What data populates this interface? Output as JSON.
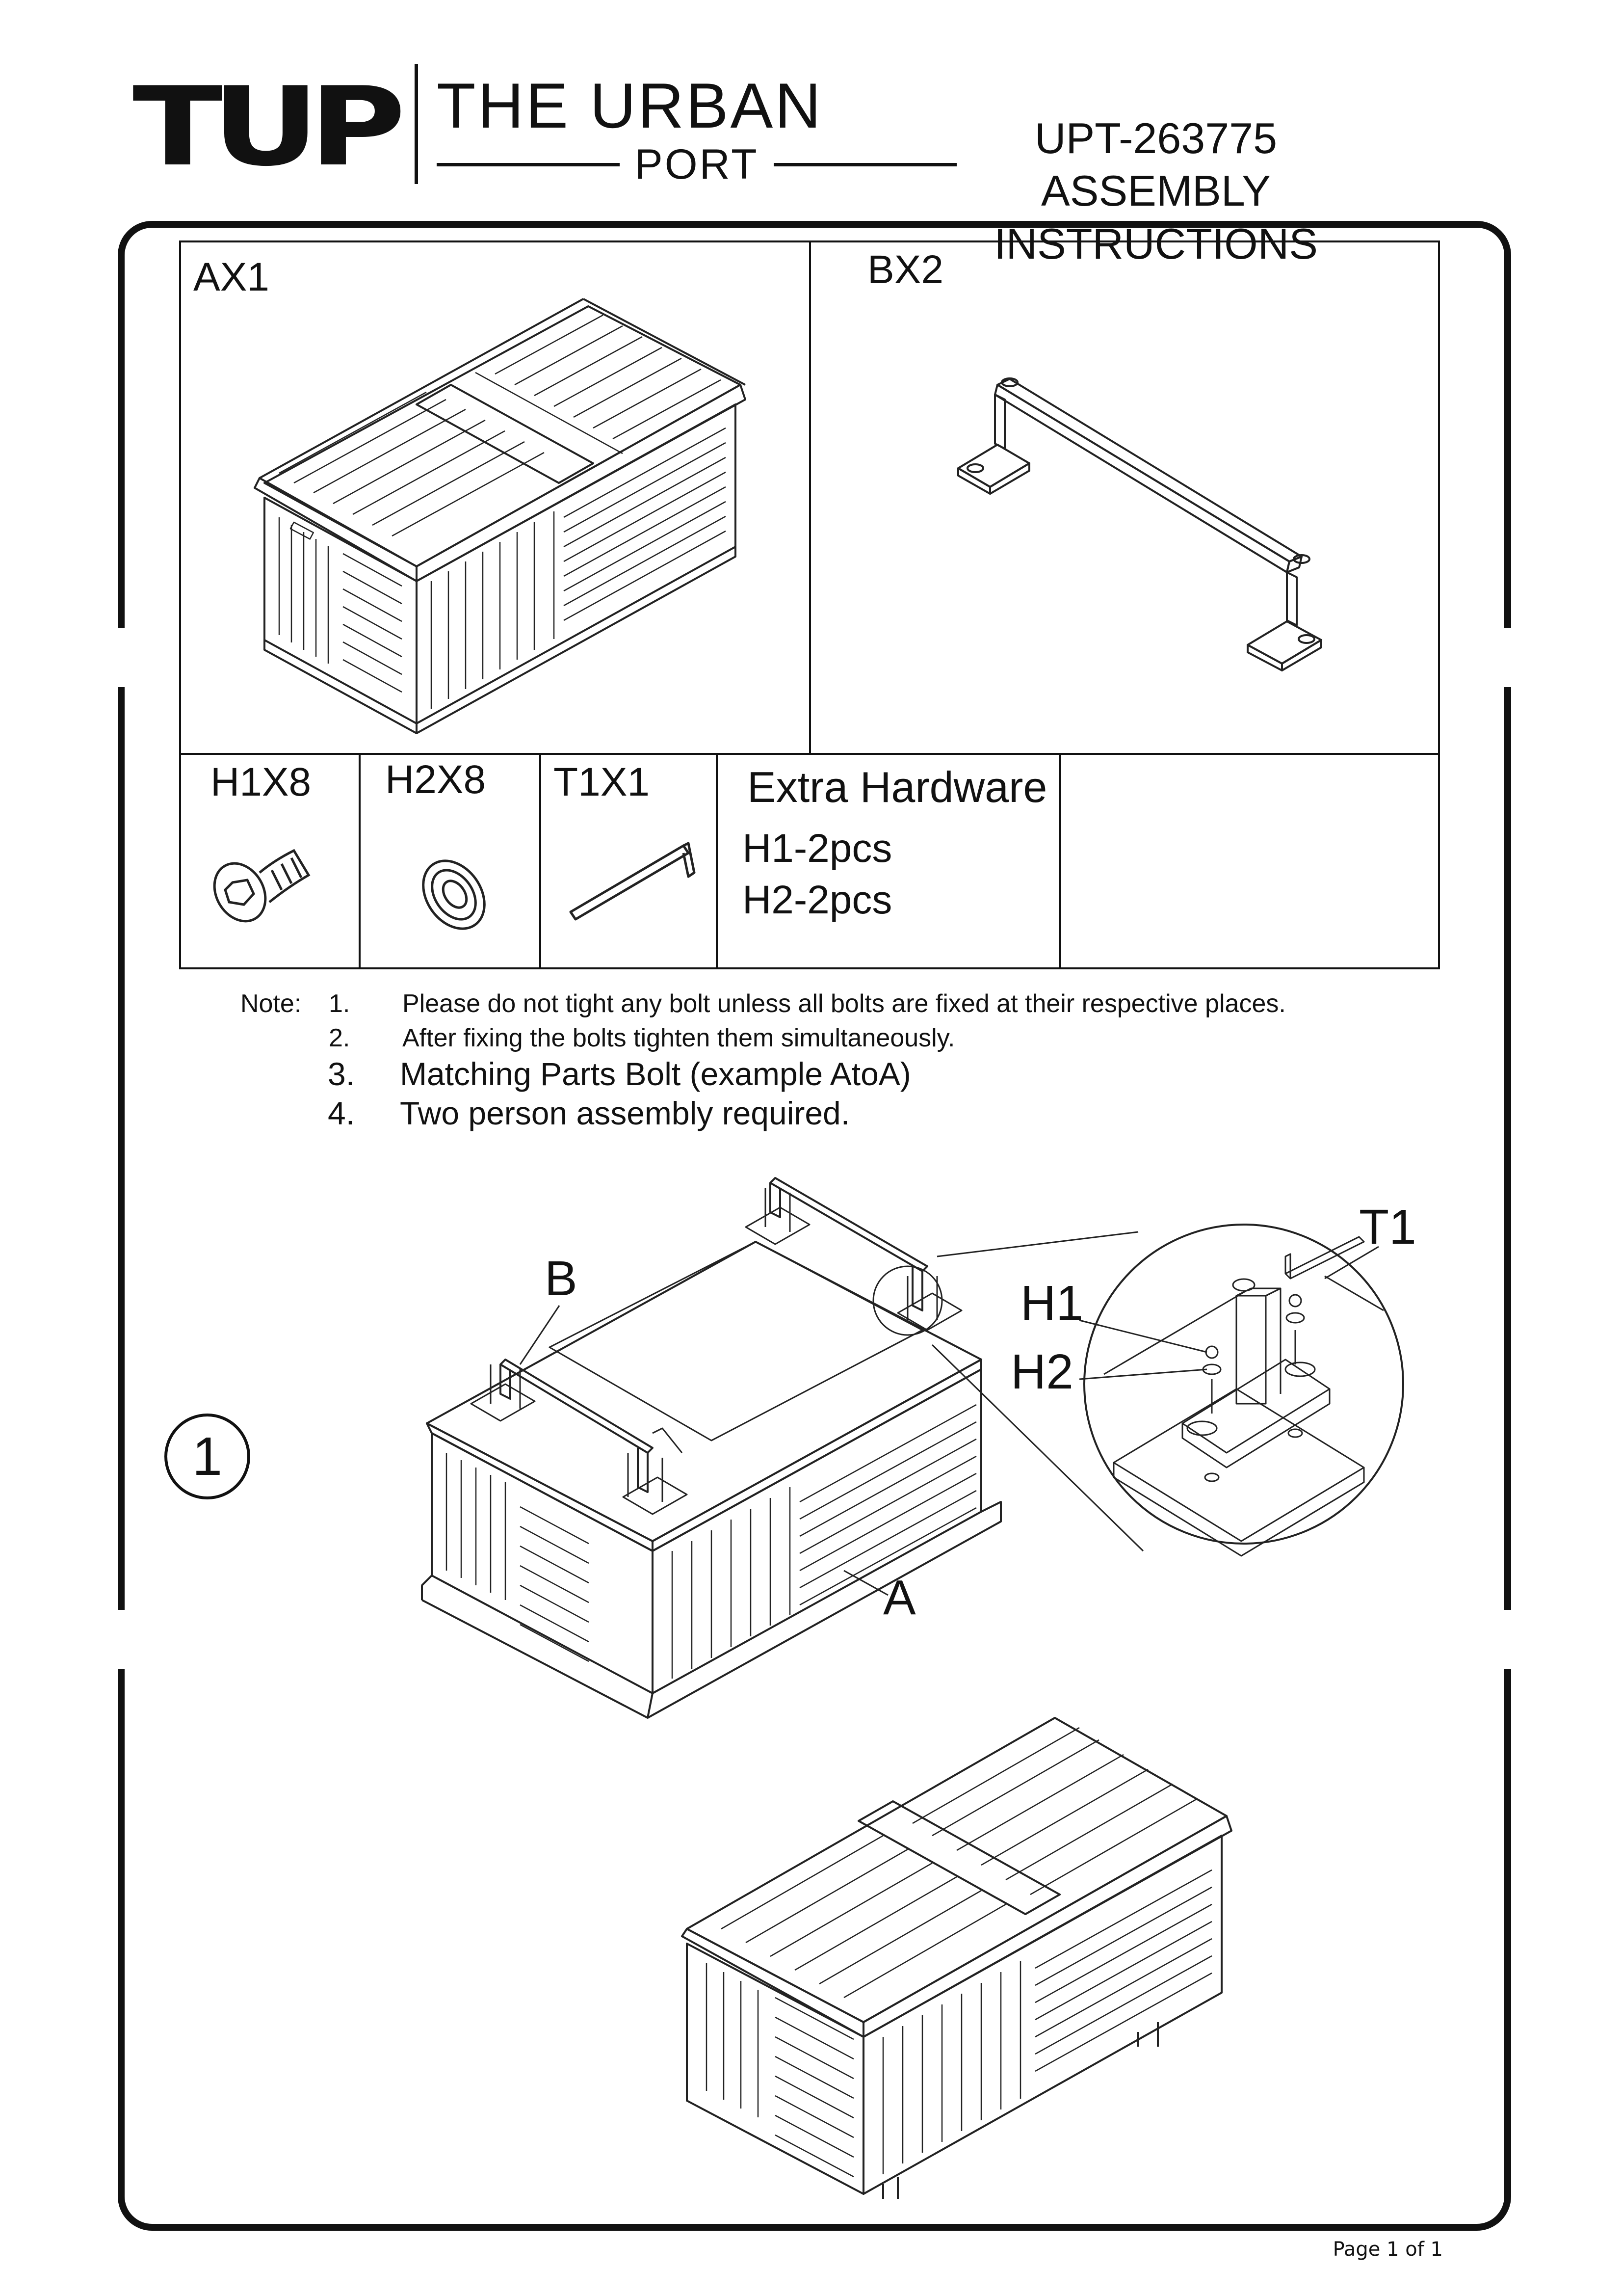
{
  "header": {
    "logo_mark": "TUP",
    "logo_name": "THE URBAN",
    "logo_sub": "PORT",
    "model": "UPT-263775",
    "title": "ASSEMBLY INSTRUCTIONS"
  },
  "parts": {
    "main": [
      {
        "label": "AX1"
      },
      {
        "label": "BX2"
      }
    ],
    "hardware": [
      {
        "label": "H1X8",
        "icon": "bolt-icon"
      },
      {
        "label": "H2X8",
        "icon": "washer-icon"
      },
      {
        "label": "T1X1",
        "icon": "allen-key-icon"
      }
    ],
    "extra": {
      "title": "Extra Hardware",
      "items": [
        "H1-2pcs",
        "H2-2pcs"
      ]
    }
  },
  "notes": {
    "prefix": "Note:",
    "items": [
      {
        "num": "1.",
        "text": "Please do not tight any bolt unless all bolts are fixed at their respective places."
      },
      {
        "num": "2.",
        "text": "After fixing the bolts tighten them simultaneously."
      },
      {
        "num": "3.",
        "text": "Matching Parts Bolt (example AtoA)"
      },
      {
        "num": "4.",
        "text": "Two person assembly required."
      }
    ]
  },
  "step": {
    "number": "1",
    "callouts": {
      "b": "B",
      "a": "A",
      "t1": "T1",
      "h1": "H1",
      "h2": "H2"
    }
  },
  "footer": {
    "page": "Page 1 of 1"
  }
}
